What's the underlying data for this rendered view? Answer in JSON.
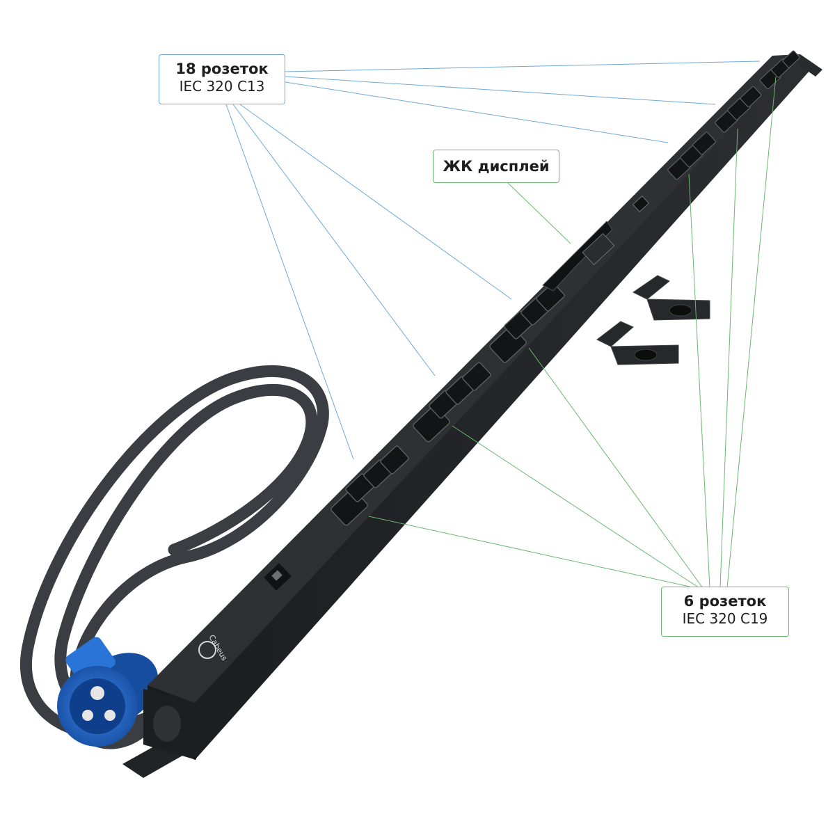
{
  "callouts": {
    "c13": {
      "title": "18 розеток",
      "subtitle": "IEC 320 C13"
    },
    "lcd": {
      "title": "ЖК дисплей"
    },
    "c19": {
      "title": "6 розеток",
      "subtitle": "IEC 320 C19"
    }
  },
  "brand_logo": "Cabeus",
  "colors": {
    "leader_blue": "#6fa8d6",
    "leader_green": "#69b86f",
    "pdu_body": "#2b2d30",
    "plug_blue": "#1f63c8",
    "cable": "#3a3d42"
  },
  "icons": [
    "pdu-strip",
    "power-cable",
    "iec-309-plug",
    "mounting-bracket",
    "c13-outlet",
    "c19-outlet",
    "lcd-display",
    "circuit-breaker"
  ]
}
